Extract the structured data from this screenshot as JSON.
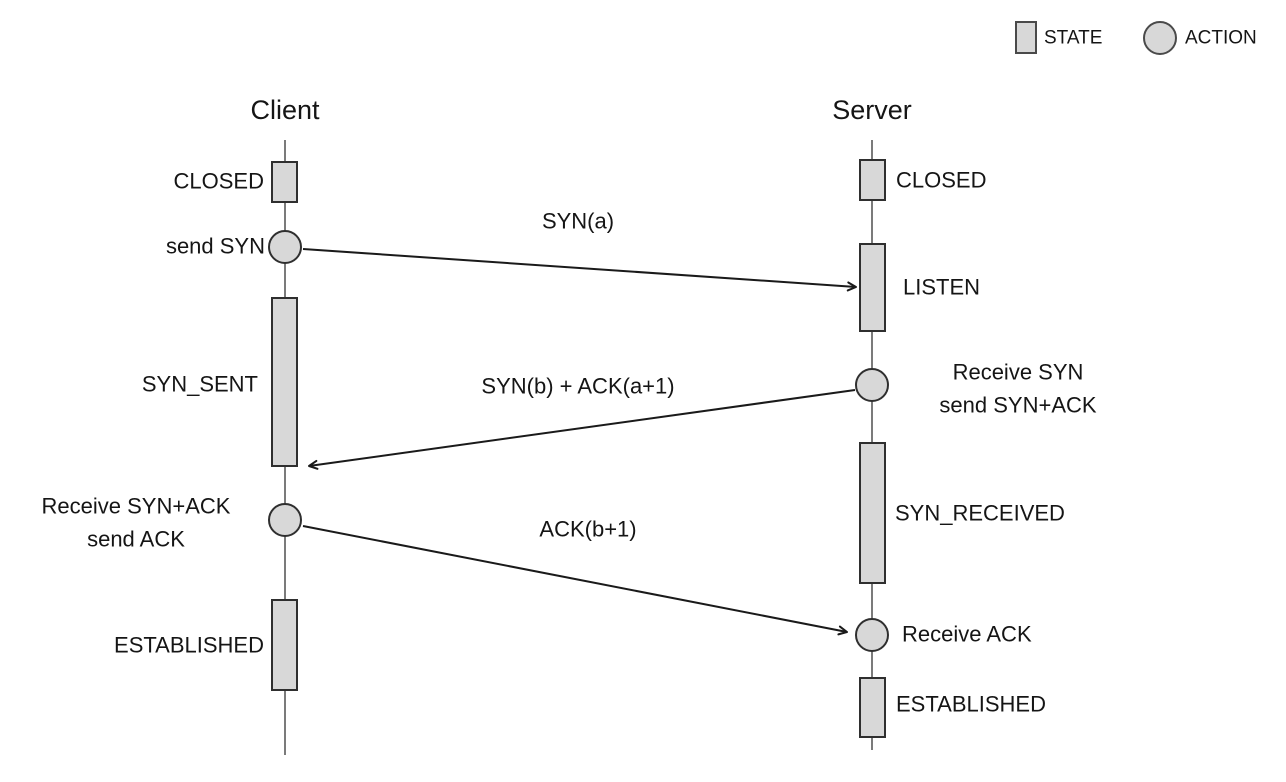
{
  "legend": {
    "state": "STATE",
    "action": "ACTION"
  },
  "client": {
    "title": "Client",
    "states": {
      "closed": "CLOSED",
      "syn_sent": "SYN_SENT",
      "established": "ESTABLISHED"
    },
    "actions": {
      "send_syn": "send SYN",
      "receive_synack_line1": "Receive SYN+ACK",
      "receive_synack_line2": "send ACK"
    }
  },
  "server": {
    "title": "Server",
    "states": {
      "closed": "CLOSED",
      "listen": "LISTEN",
      "syn_received": "SYN_RECEIVED",
      "established": "ESTABLISHED"
    },
    "actions": {
      "receive_syn_line1": "Receive SYN",
      "receive_syn_line2": "send SYN+ACK",
      "receive_ack": "Receive ACK"
    }
  },
  "messages": {
    "syn": "SYN(a)",
    "synack": "SYN(b) + ACK(a+1)",
    "ack": "ACK(b+1)"
  },
  "colors": {
    "state_label": "#7C33E6",
    "shape_fill": "#D8D8D8",
    "shape_stroke": "#2F2F2F",
    "text": "#151515"
  }
}
